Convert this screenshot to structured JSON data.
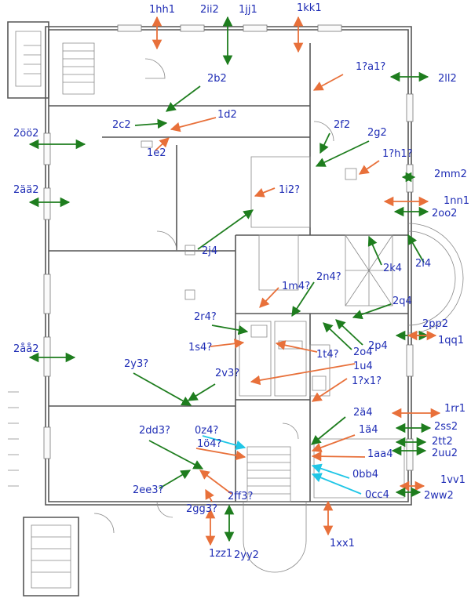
{
  "colors": {
    "orange": "#e8703a",
    "green": "#1e7d1e",
    "cyan": "#20c6e6",
    "label": "#1f2db5"
  },
  "labels": {
    "hh1": "1hh1",
    "ii2": "2ii2",
    "jj1": "1jj1",
    "kk1": "1kk1",
    "a1": "1?a1?",
    "ll2": "2ll2",
    "b2": "2b2",
    "d2": "1d2",
    "c2": "2c2",
    "oo2_left": "2öö2",
    "e2": "1e2",
    "f2": "2f2",
    "g2": "2g2",
    "h1": "1?h1?",
    "mm2": "2mm2",
    "aa2": "2ää2",
    "i2": "1i2?",
    "nn1": "1nn1",
    "oo2": "2oo2",
    "j4": "2j4",
    "l4": "2l4",
    "k4": "2k4",
    "n4": "2n4?",
    "m4": "1m4?",
    "q4": "2q4",
    "r4": "2r4?",
    "pp2": "2pp2",
    "qq1": "1qq1",
    "p4": "2p4",
    "o4": "2o4",
    "aa2b": "2åå2",
    "s4": "1s4?",
    "t4": "1t4?",
    "u4": "1u4",
    "y3": "2y3?",
    "v3": "2v3?",
    "x1": "1?x1?",
    "rr1": "1rr1",
    "a4": "2ä4",
    "ss2": "2ss2",
    "dd3": "2dd3?",
    "z4": "0z4?",
    "a4b": "1ä4",
    "tt2": "2tt2",
    "o4b": "1ö4?",
    "aa4": "1aa4",
    "uu2": "2uu2",
    "bb4": "0bb4",
    "vv1": "1vv1",
    "ee3": "2ee3?",
    "cc4": "0cc4",
    "ww2": "2ww2",
    "ff3": "2ff3?",
    "gg3": "2gg3?",
    "xx1": "1xx1",
    "zz1": "1zz1",
    "yy2": "2yy2"
  }
}
